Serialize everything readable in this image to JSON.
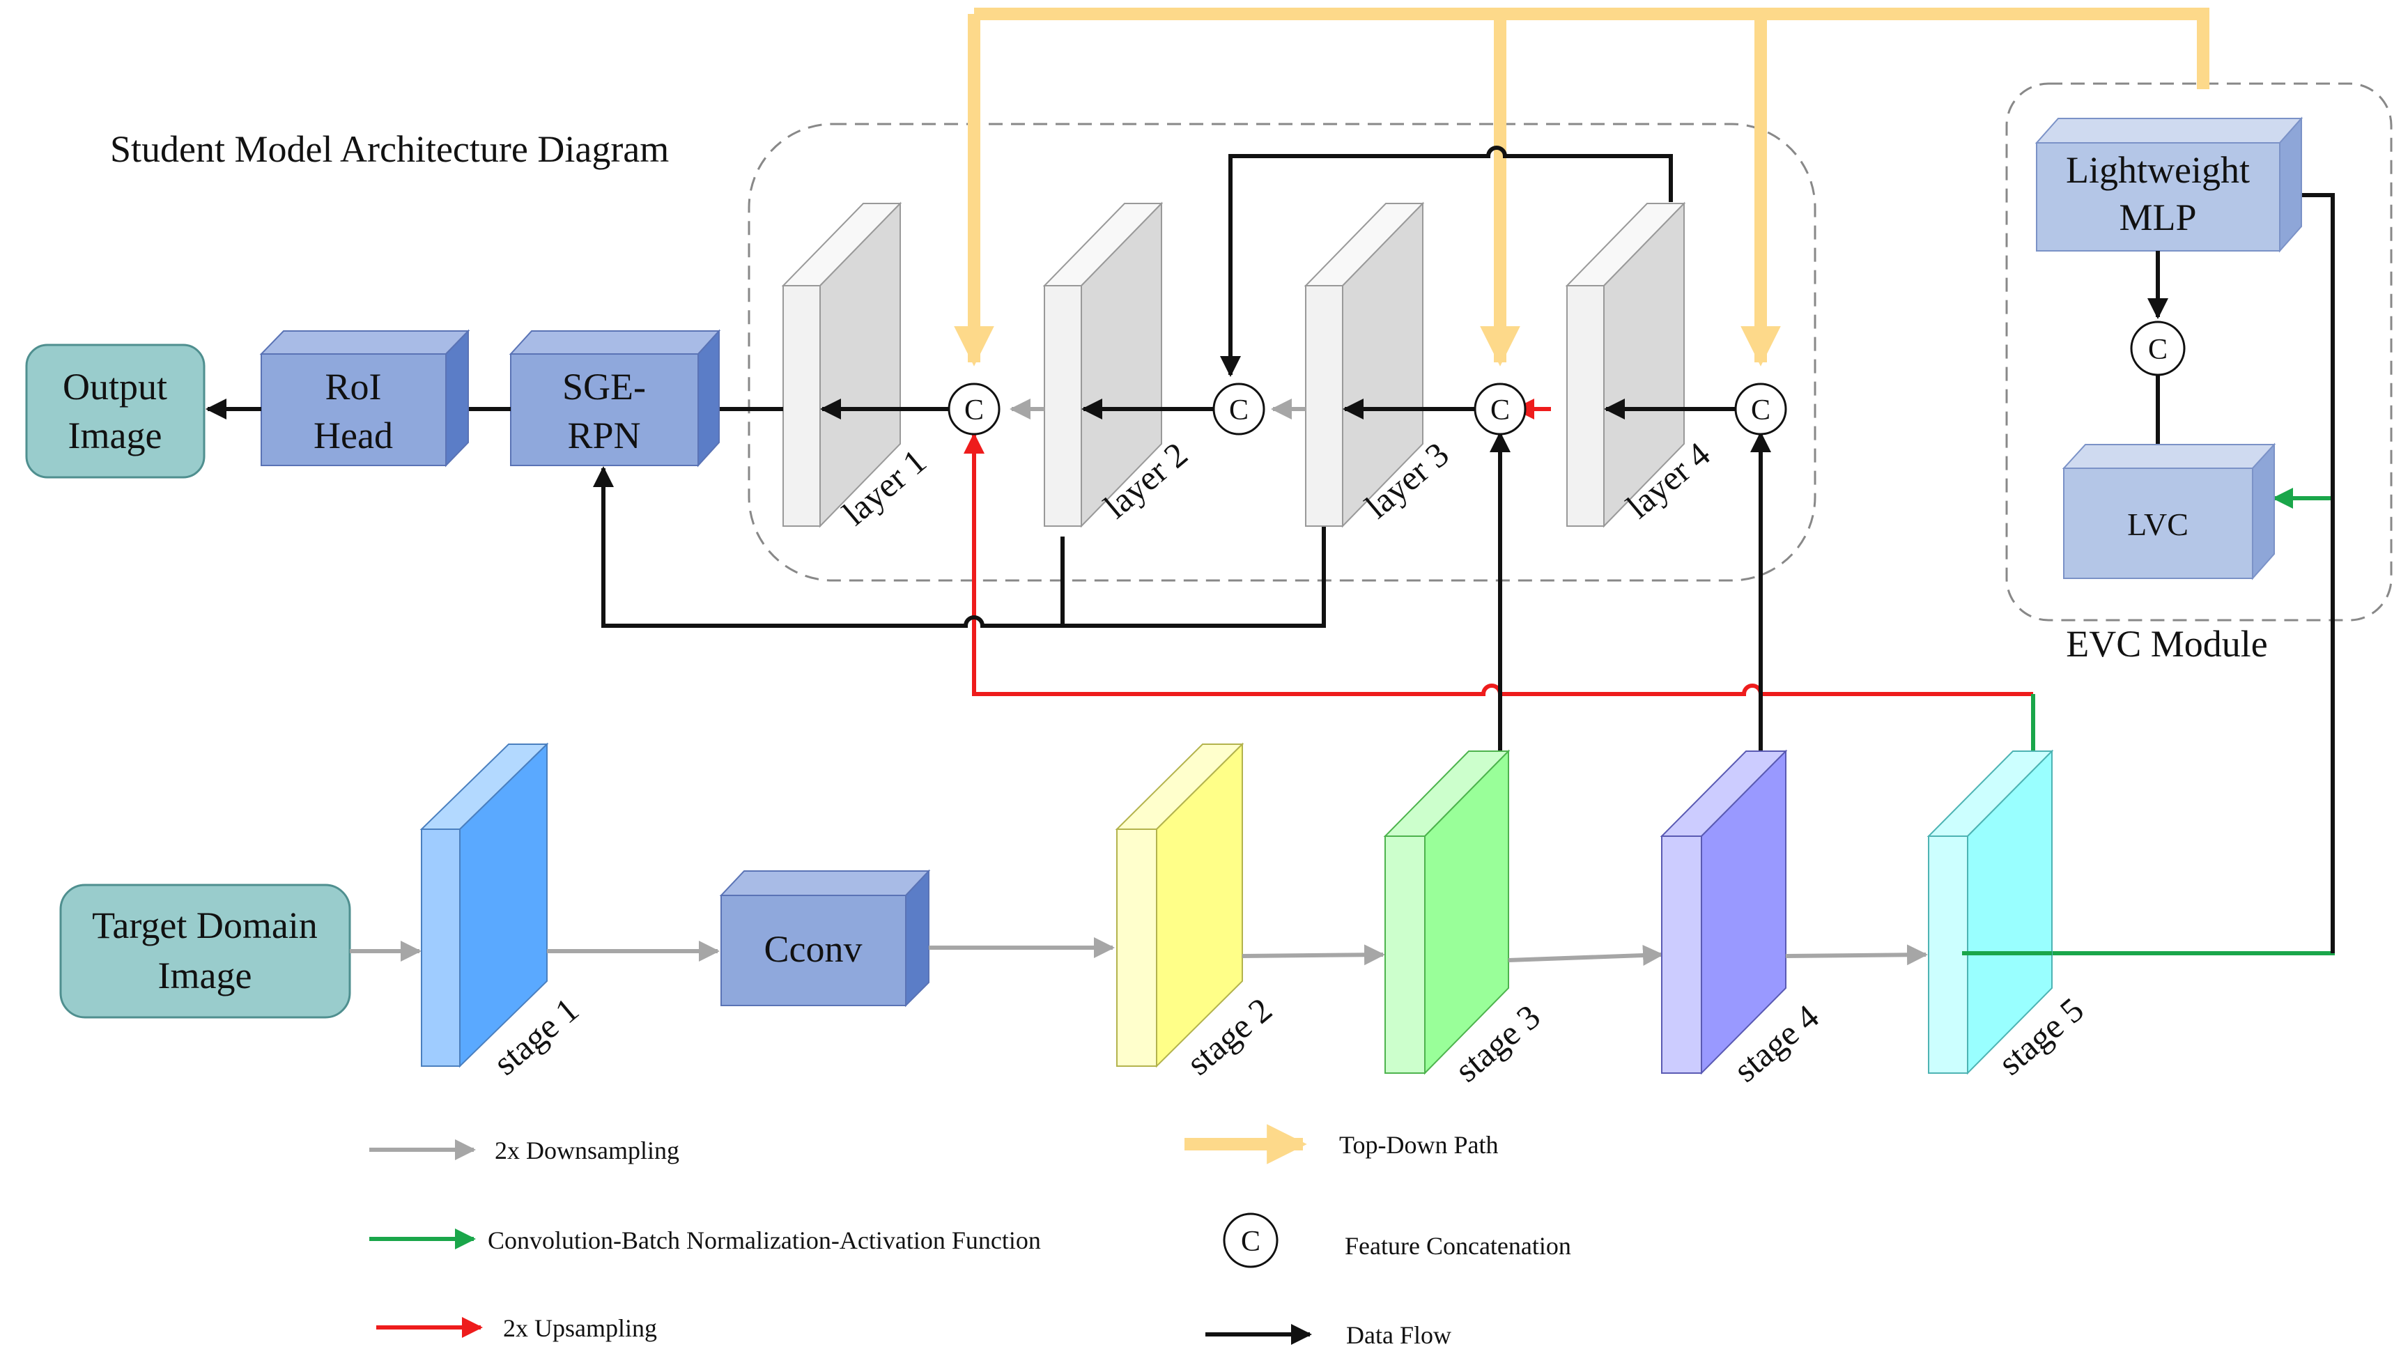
{
  "title": "Student Model Architecture Diagram",
  "evc_module_label": "EVC Module",
  "boxes": {
    "output_image": [
      "Output",
      "Image"
    ],
    "roi_head": [
      "RoI",
      "Head"
    ],
    "sge_rpn": [
      "SGE-",
      "RPN"
    ],
    "lightweight_mlp": [
      "Lightweight",
      "MLP"
    ],
    "lvc": "LVC",
    "target_domain": [
      "Target Domain",
      "Image"
    ],
    "cconv": "Cconv"
  },
  "layers": [
    "layer 1",
    "layer 2",
    "layer 3",
    "layer 4"
  ],
  "stages": [
    "stage 1",
    "stage 2",
    "stage 3",
    "stage 4",
    "stage 5"
  ],
  "concat_symbol": "C",
  "legend": {
    "downsampling": "2x Downsampling",
    "conv_bn_act": "Convolution-Batch Normalization-Activation Function",
    "upsampling": "2x Upsampling",
    "top_down": "Top-Down Path",
    "concat": "Feature Concatenation",
    "data_flow": "Data Flow"
  },
  "colors": {
    "gray_arrow": "#a6a6a6",
    "green_arrow": "#1aa64a",
    "red_arrow": "#ee1c1c",
    "yellow_path": "#fdd98a",
    "black_arrow": "#111111",
    "teal_box": "#99cccc",
    "blue_box": "#8fa8dc",
    "lightblue_box": "#b4c6e7",
    "stage1": "#5aa9ff",
    "stage2": "#ffff88",
    "stage3": "#99ff99",
    "stage4": "#9999ff",
    "stage5": "#99ffff",
    "layer_side": "#d9d9d9",
    "layer_front": "#f2f2f2"
  }
}
